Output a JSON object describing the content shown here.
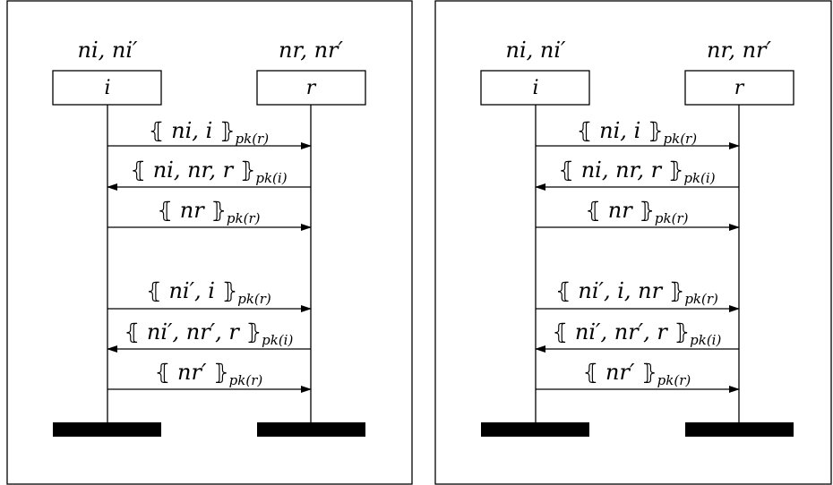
{
  "panels": [
    {
      "initiator": {
        "knowledge": "ni, ni′",
        "label": "i"
      },
      "responder": {
        "knowledge": "nr, nr′",
        "label": "r"
      },
      "messages": [
        {
          "from": "initiator",
          "to": "responder",
          "content": "ni, i",
          "key": "pk(r)"
        },
        {
          "from": "responder",
          "to": "initiator",
          "content": "ni, nr, r",
          "key": "pk(i)"
        },
        {
          "from": "initiator",
          "to": "responder",
          "content": "nr",
          "key": "pk(r)"
        },
        {
          "from": "initiator",
          "to": "responder",
          "content": "ni′, i",
          "key": "pk(r)"
        },
        {
          "from": "responder",
          "to": "initiator",
          "content": "ni′, nr′, r",
          "key": "pk(i)"
        },
        {
          "from": "initiator",
          "to": "responder",
          "content": "nr′",
          "key": "pk(r)"
        }
      ]
    },
    {
      "initiator": {
        "knowledge": "ni, ni′",
        "label": "i"
      },
      "responder": {
        "knowledge": "nr, nr′",
        "label": "r"
      },
      "messages": [
        {
          "from": "initiator",
          "to": "responder",
          "content": "ni, i",
          "key": "pk(r)"
        },
        {
          "from": "responder",
          "to": "initiator",
          "content": "ni, nr, r",
          "key": "pk(i)"
        },
        {
          "from": "initiator",
          "to": "responder",
          "content": "nr",
          "key": "pk(r)"
        },
        {
          "from": "initiator",
          "to": "responder",
          "content": "ni′, i, nr",
          "key": "pk(r)"
        },
        {
          "from": "responder",
          "to": "initiator",
          "content": "ni′, nr′, r",
          "key": "pk(i)"
        },
        {
          "from": "initiator",
          "to": "responder",
          "content": "nr′",
          "key": "pk(r)"
        }
      ]
    }
  ]
}
